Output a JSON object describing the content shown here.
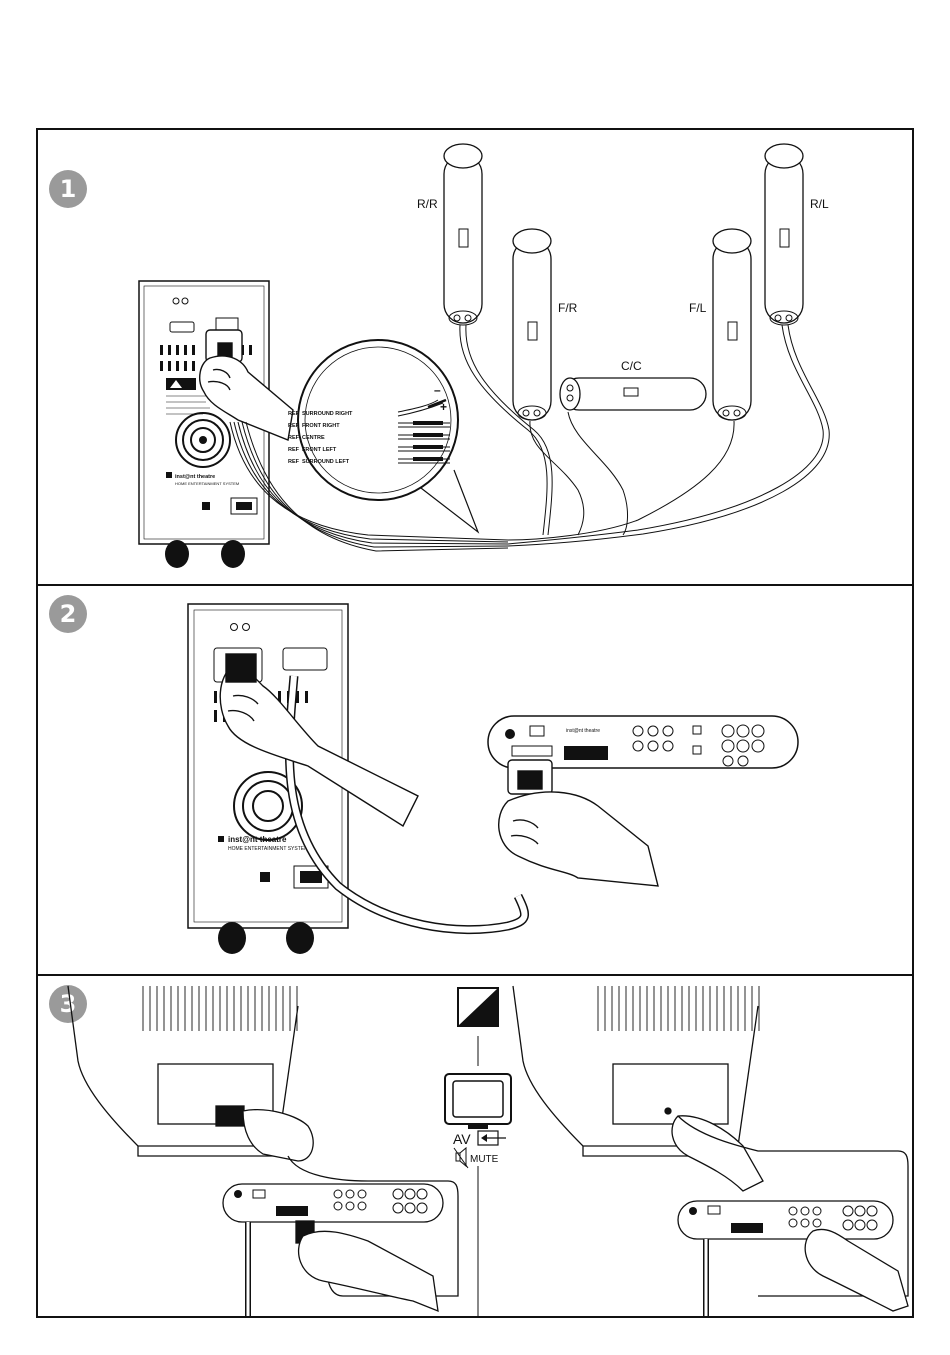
{
  "steps": [
    "1",
    "2",
    "3"
  ],
  "speaker_labels": {
    "rear_right": "R/R",
    "rear_left": "R/L",
    "front_right": "F/R",
    "front_left": "F/L",
    "centre": "C/C"
  },
  "wire_legend": [
    {
      "ref": "REF",
      "label": "SURROUND RIGHT"
    },
    {
      "ref": "REF",
      "label": "FRONT RIGHT"
    },
    {
      "ref": "REF",
      "label": "CENTRE"
    },
    {
      "ref": "REF",
      "label": "FRONT LEFT"
    },
    {
      "ref": "REF",
      "label": "SURROUND LEFT"
    }
  ],
  "polarity": {
    "minus": "–",
    "plus": "+"
  },
  "brand": {
    "name": "inst@nt theatre",
    "subtitle": "HOME ENTERTAINMENT SYSTEM"
  },
  "tv_indicator": {
    "av_label": "AV",
    "mute_label": "MUTE"
  }
}
